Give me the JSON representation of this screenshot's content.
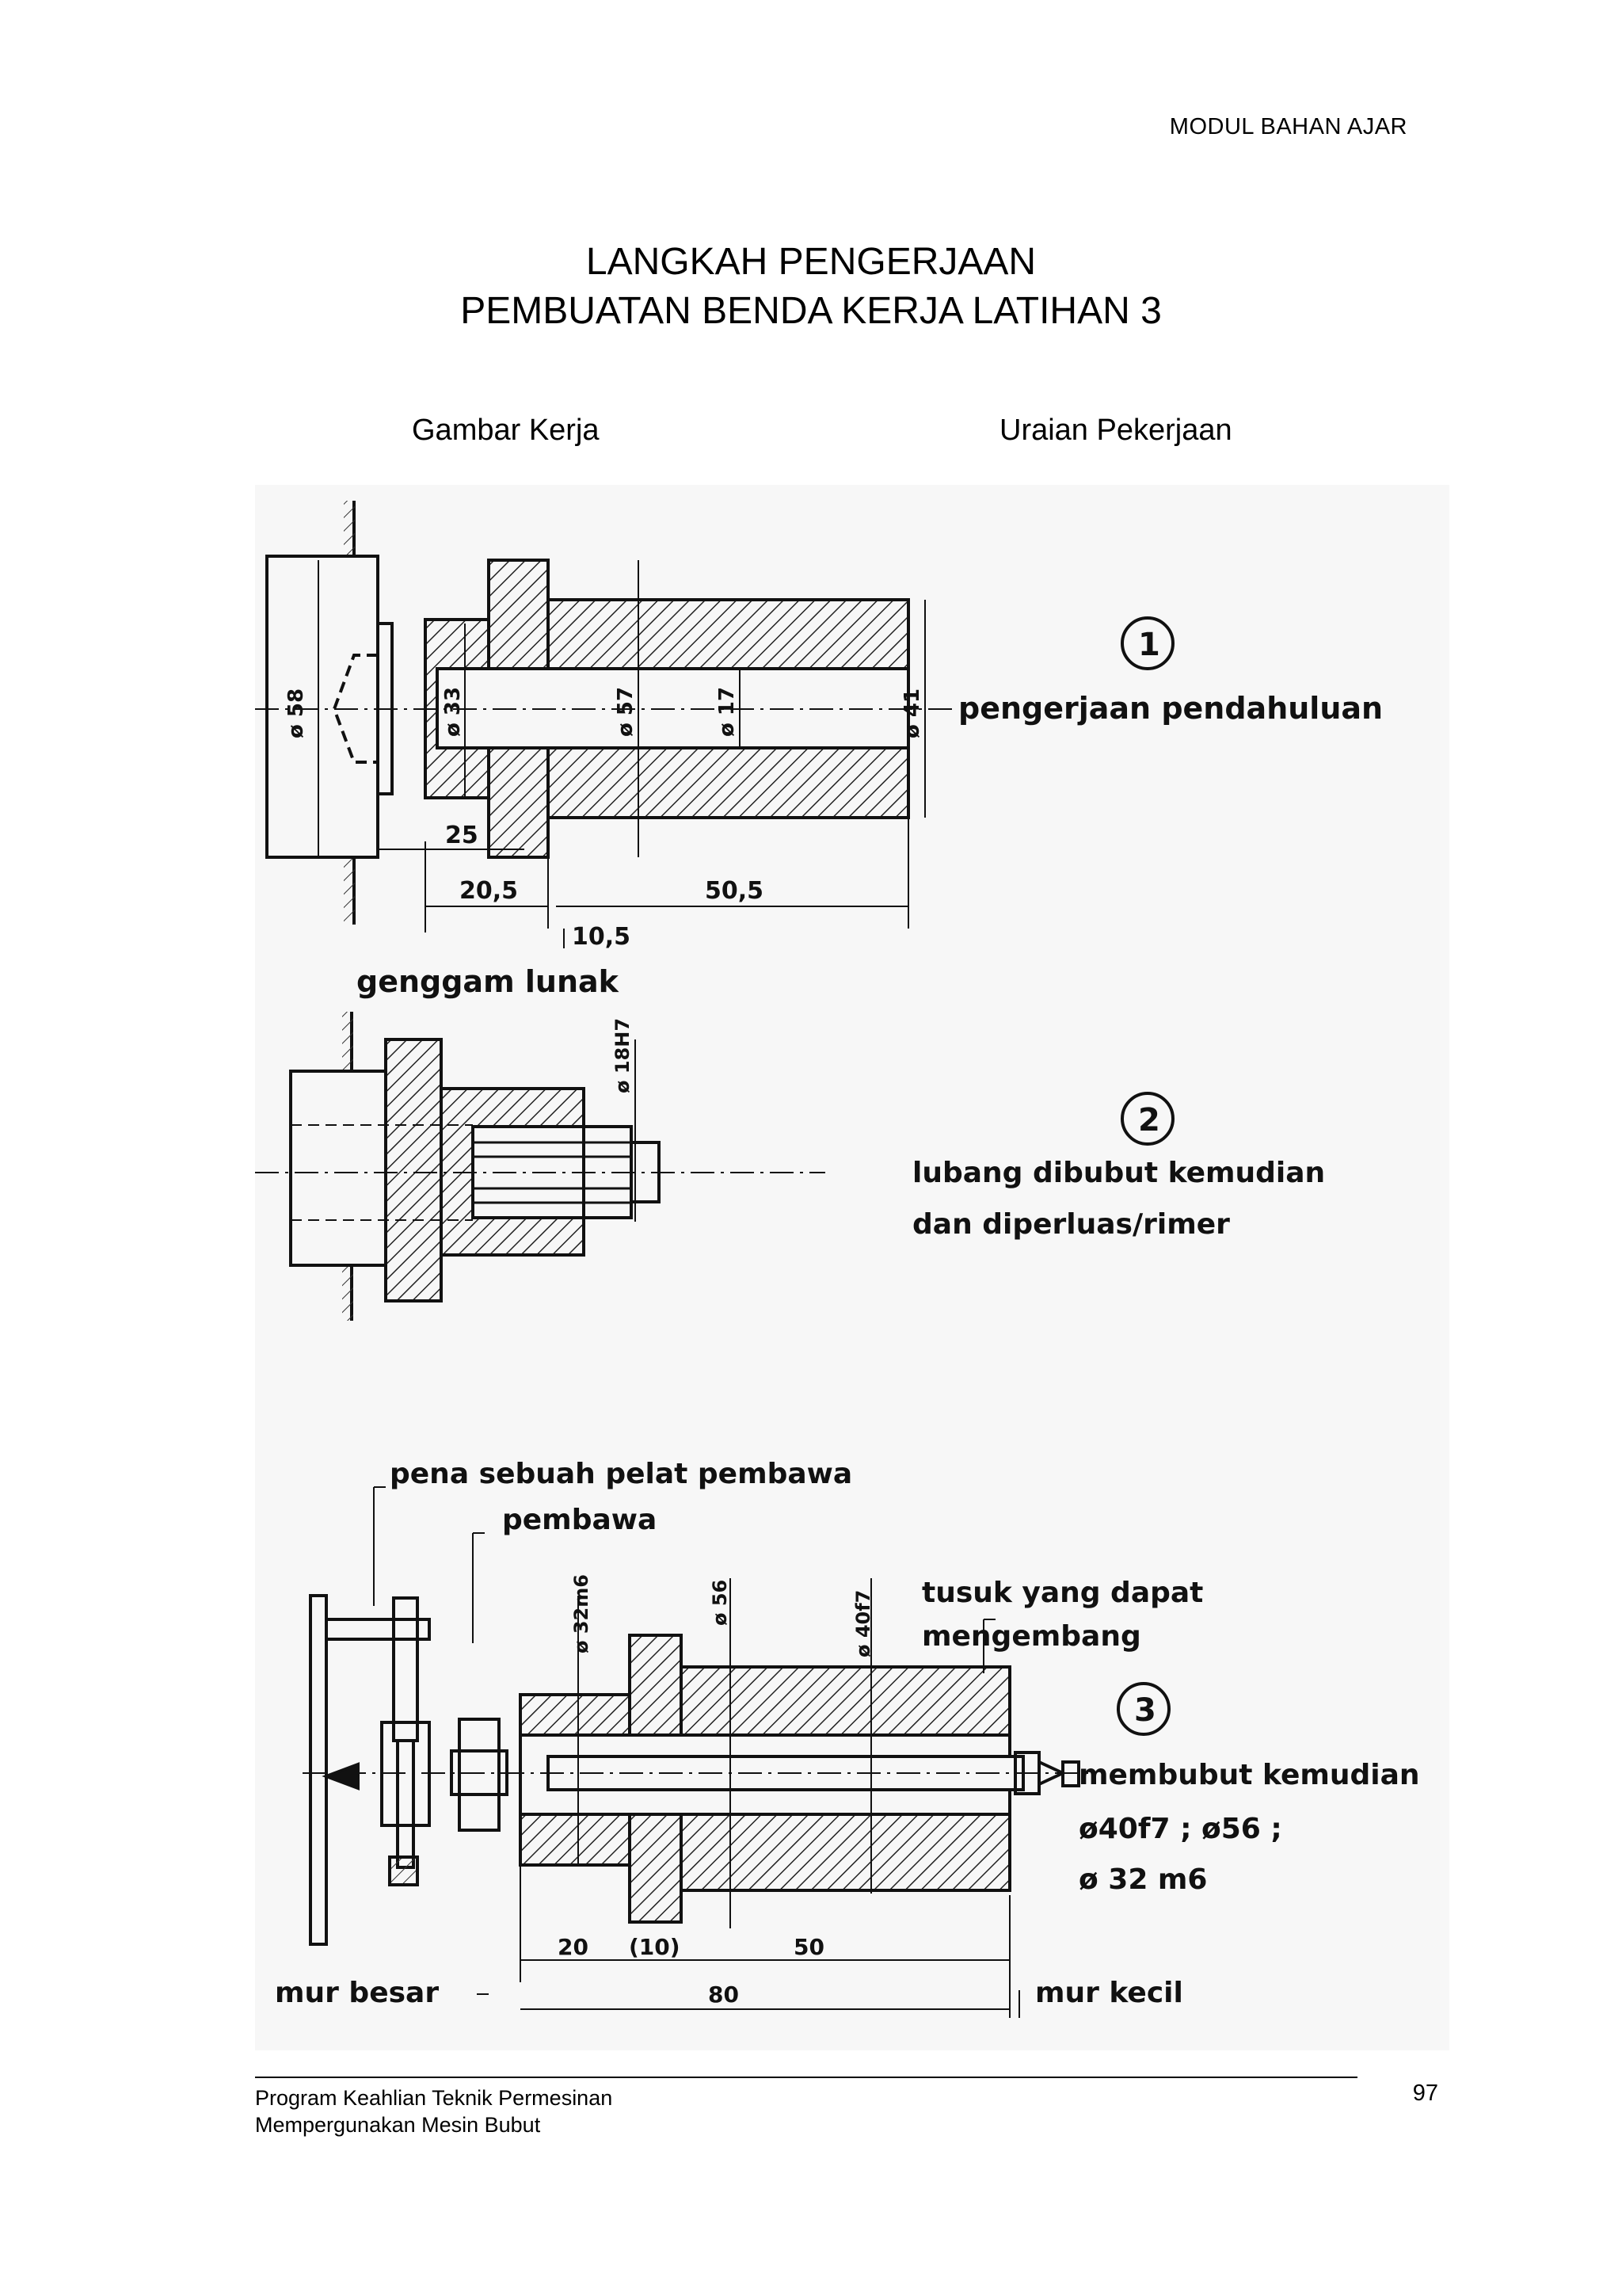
{
  "header": {
    "module": "MODUL BAHAN AJAR"
  },
  "title": {
    "line1": "LANGKAH PENGERJAAN",
    "line2": "PEMBUATAN BENDA KERJA LATIHAN 3"
  },
  "columns": {
    "left": "Gambar Kerja",
    "right": "Uraian Pekerjaan"
  },
  "figure": {
    "step1": {
      "number": "1",
      "description": "pengerjaan pendahuluan",
      "dims": [
        "ø 58",
        "ø 33",
        "ø 57",
        "ø 17",
        "ø 41",
        "25",
        "20,5",
        "50,5",
        "10,5"
      ]
    },
    "step2": {
      "number": "2",
      "label_top": "genggam lunak",
      "dim": "ø 18H7",
      "description_line1": "lubang dibubut kemudian",
      "description_line2": "dan diperluas/rimer"
    },
    "step3": {
      "number": "3",
      "label_pin": "pena sebuah pelat pembawa",
      "label_carrier": "pembawa",
      "label_mandrel_line1": "tusuk yang dapat",
      "label_mandrel_line2": "mengembang",
      "description": "membubut kemudian",
      "spec_line1": "ø40f7 ; ø56 ;",
      "spec_line2": "ø 32 m6",
      "dims": [
        "ø 32m6",
        "ø 56",
        "ø 40f7",
        "20",
        "(10)",
        "50",
        "80"
      ],
      "label_big_nut": "mur besar",
      "label_small_nut": "mur kecil"
    }
  },
  "footer": {
    "line1": "Program Keahlian Teknik Permesinan",
    "line2": "Mempergunakan Mesin Bubut",
    "page": "97"
  }
}
